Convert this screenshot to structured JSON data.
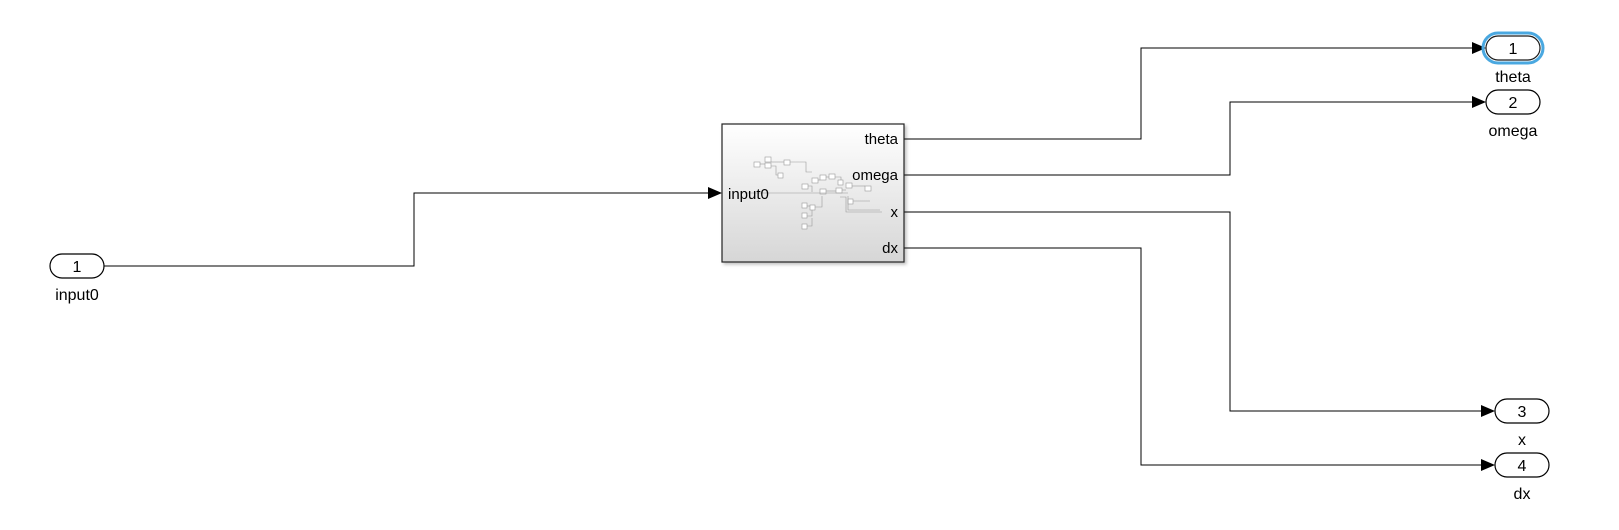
{
  "inports": [
    {
      "id": "in1",
      "number": "1",
      "label": "input0"
    }
  ],
  "subsystem": {
    "inputs": [
      "input0"
    ],
    "outputs": [
      "theta",
      "omega",
      "x",
      "dx"
    ]
  },
  "outports": [
    {
      "id": "out1",
      "number": "1",
      "label": "theta",
      "selected": true
    },
    {
      "id": "out2",
      "number": "2",
      "label": "omega",
      "selected": false
    },
    {
      "id": "out3",
      "number": "3",
      "label": "x",
      "selected": false
    },
    {
      "id": "out4",
      "number": "4",
      "label": "dx",
      "selected": false
    }
  ],
  "colors": {
    "selection_highlight": "#4aa8e0",
    "block_gradient_top": "#ffffff",
    "block_gradient_bottom": "#d8d8d8",
    "wire": "#000000"
  }
}
